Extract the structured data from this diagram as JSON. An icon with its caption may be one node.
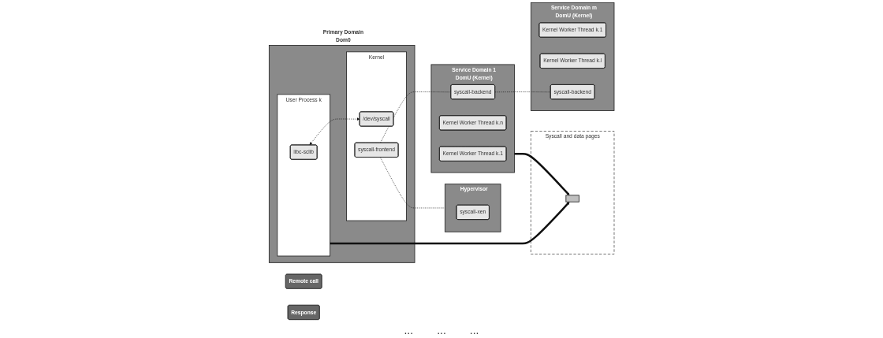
{
  "diagram": {
    "nodes": [
      {
        "text": [
          "Primary Domain",
          "Dom0"
        ]
      },
      {
        "text": [
          "User Process k"
        ],
        "in": 0
      },
      {
        "text": [
          "libc-sclib"
        ],
        "in": 1
      },
      {
        "text": [
          "Kernel"
        ],
        "in": 0
      },
      {
        "text": [
          "/dev/syscall"
        ],
        "in": 3
      },
      {
        "text": [
          "syscall-frontend"
        ],
        "in": 3
      },
      {
        "text": [
          "Syscall and data pages"
        ]
      },
      {
        "text": [
          "Remote call"
        ]
      },
      {
        "text": [],
        "shape": "box",
        "in": 6
      },
      {
        "text": [
          "Response"
        ]
      },
      {
        "text": [
          "Hypervisor"
        ]
      },
      {
        "text": [
          "syscall-xen"
        ],
        "in": 10
      },
      {
        "text": [
          "Service Domain 1",
          "DomU (Kernel)"
        ]
      },
      {
        "text": [
          "Kernel Worker Thread k.1"
        ],
        "in": 12
      },
      {
        "text": [
          "Kernel Worker Thread k.n"
        ],
        "in": 12
      },
      {
        "text": [
          "syscall-backend"
        ],
        "in": 12
      },
      {
        "text": [
          "Service Domain m",
          "DomU (Kernel)"
        ]
      },
      {
        "text": [
          "Kernel Worker Thread k.1"
        ],
        "in": 16
      },
      {
        "text": [
          "Kernel Worker Thread k.l"
        ],
        "in": 16
      },
      {
        "text": [
          "syscall-backend"
        ],
        "in": 16
      }
    ],
    "edges": [
      {
        "from": 2,
        "to": 4,
        "arrow": "both",
        "style": "dashed"
      },
      {
        "from": 1,
        "to": 8,
        "arrow": "to",
        "style": "thick"
      },
      {
        "from": 12,
        "to": 8,
        "arrow": "to",
        "style": "thick"
      },
      {
        "from": 5,
        "to": 15,
        "arrow": "none",
        "style": "dashed"
      },
      {
        "from": 5,
        "to": 10,
        "arrow": "none",
        "style": "dashed"
      },
      {
        "from": 15,
        "to": 19,
        "arrow": "none",
        "style": "dashed"
      }
    ],
    "labels": [
      "...",
      "...",
      "..."
    ]
  }
}
